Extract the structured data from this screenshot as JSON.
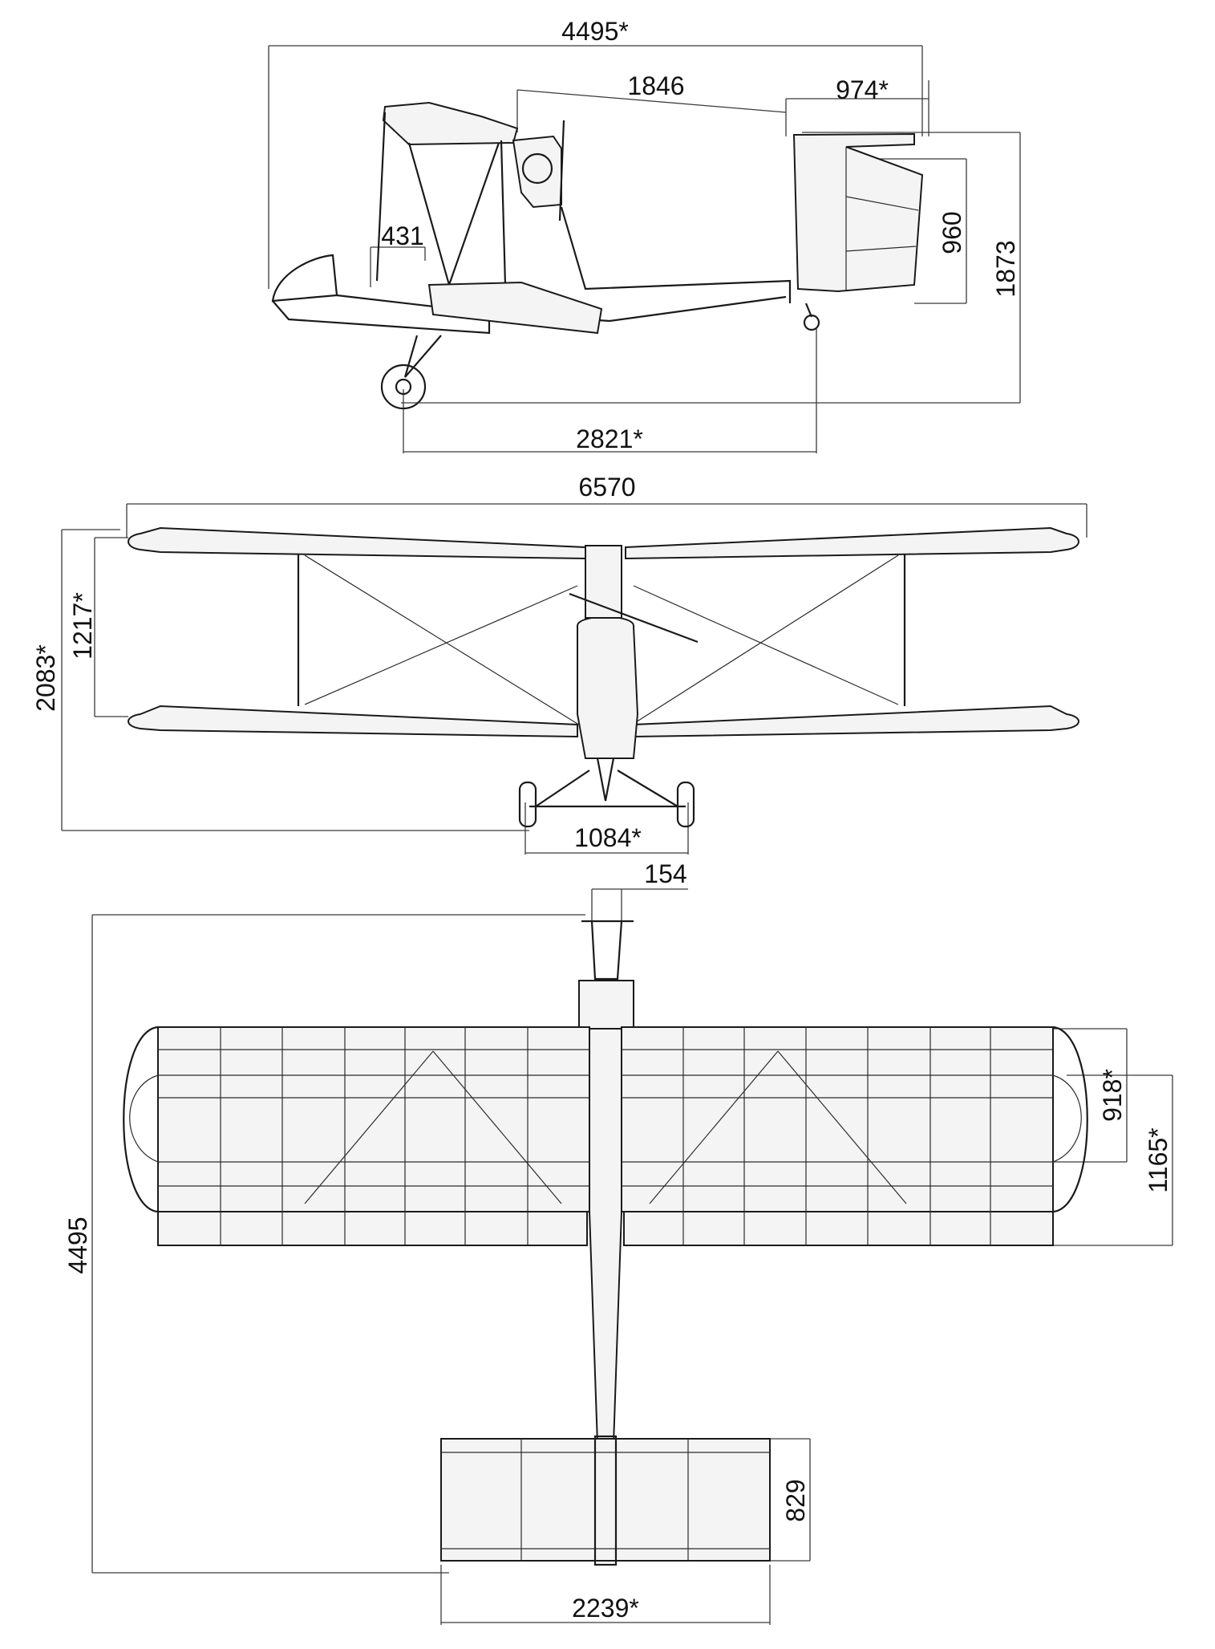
{
  "views": {
    "side": {
      "overall_length": "4495*",
      "top_wing_to_stab": "1846",
      "stabilizer_chord": "974*",
      "stabilizer_height": "960",
      "overall_height": "1873",
      "stagger": "431",
      "wheelbase": "2821*"
    },
    "front": {
      "wingspan": "6570",
      "overall_height": "2083*",
      "wing_gap": "1217*",
      "wheel_track": "1084*"
    },
    "top": {
      "nose_width": "154",
      "overall_length": "4495",
      "wing_chord": "918*",
      "wing_chord_with_aileron": "1165*",
      "tail_chord": "829",
      "tail_span": "2239*"
    }
  }
}
